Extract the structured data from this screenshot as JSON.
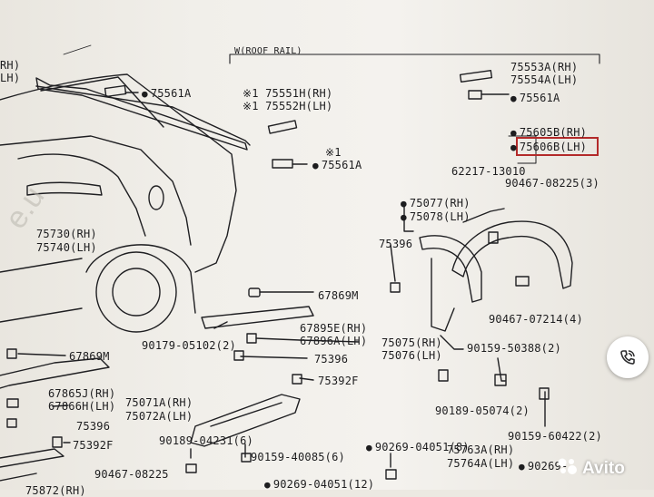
{
  "header": {
    "group_label": "W(ROOF RAIL)"
  },
  "parts": [
    {
      "id": "p-rh-top",
      "text": "RH)",
      "dot": false
    },
    {
      "id": "p-lh-top",
      "text": "LH)",
      "dot": false
    },
    {
      "id": "p-75561a-1",
      "text": "75561A",
      "dot": true
    },
    {
      "id": "p-75551h",
      "text": "※1 75551H(RH)",
      "dot": false
    },
    {
      "id": "p-75552h",
      "text": "※1 75552H(LH)",
      "dot": false
    },
    {
      "id": "p-note1",
      "text": "※1",
      "dot": false
    },
    {
      "id": "p-75561a-2",
      "text": "75561A",
      "dot": true
    },
    {
      "id": "p-75553a",
      "text": "75553A(RH)",
      "dot": false
    },
    {
      "id": "p-75554a",
      "text": "75554A(LH)",
      "dot": false
    },
    {
      "id": "p-75561a-3",
      "text": "75561A",
      "dot": true
    },
    {
      "id": "p-75605b",
      "text": "75605B(RH)",
      "dot": true
    },
    {
      "id": "p-75606b",
      "text": "75606B(LH)",
      "dot": true
    },
    {
      "id": "p-62217",
      "text": "62217-13010",
      "dot": false
    },
    {
      "id": "p-90467-08225-3",
      "text": "90467-08225(3)",
      "dot": false
    },
    {
      "id": "p-75077",
      "text": "75077(RH)",
      "dot": true
    },
    {
      "id": "p-75078",
      "text": "75078(LH)",
      "dot": true
    },
    {
      "id": "p-75730",
      "text": "75730(RH)",
      "dot": false
    },
    {
      "id": "p-75740",
      "text": "75740(LH)",
      "dot": false
    },
    {
      "id": "p-75396-1",
      "text": "75396",
      "dot": false
    },
    {
      "id": "p-67869m-1",
      "text": "67869M",
      "dot": false
    },
    {
      "id": "p-67895e",
      "text": "67895E(RH)",
      "dot": false
    },
    {
      "id": "p-67896a",
      "text": "67896A(LH)",
      "dot": false
    },
    {
      "id": "p-90179",
      "text": "90179-05102(2)",
      "dot": false
    },
    {
      "id": "p-75075",
      "text": "75075(RH)",
      "dot": false
    },
    {
      "id": "p-75076",
      "text": "75076(LH)",
      "dot": false
    },
    {
      "id": "p-75396-2",
      "text": "75396",
      "dot": false
    },
    {
      "id": "p-75392f-1",
      "text": "75392F",
      "dot": false
    },
    {
      "id": "p-90467-07214",
      "text": "90467-07214(4)",
      "dot": false
    },
    {
      "id": "p-90159-50388",
      "text": "90159-50388(2)",
      "dot": false
    },
    {
      "id": "p-67869m-2",
      "text": "67869M",
      "dot": false
    },
    {
      "id": "p-67865j",
      "text": "67865J(RH)",
      "dot": false
    },
    {
      "id": "p-67866h",
      "text": "67866H(LH)",
      "dot": false
    },
    {
      "id": "p-75071a",
      "text": "75071A(RH)",
      "dot": false
    },
    {
      "id": "p-75072a",
      "text": "75072A(LH)",
      "dot": false
    },
    {
      "id": "p-75396-3",
      "text": "75396",
      "dot": false
    },
    {
      "id": "p-75392f-2",
      "text": "75392F",
      "dot": false
    },
    {
      "id": "p-90189-05074",
      "text": "90189-05074(2)",
      "dot": false
    },
    {
      "id": "p-90189-04231",
      "text": "90189-04231(6)",
      "dot": false
    },
    {
      "id": "p-90159-60422",
      "text": "90159-60422(2)",
      "dot": false
    },
    {
      "id": "p-90159-40085",
      "text": "90159-40085(6)",
      "dot": false
    },
    {
      "id": "p-90269-04051-8",
      "text": "90269-04051(8)",
      "dot": true
    },
    {
      "id": "p-75763a",
      "text": "75763A(RH)",
      "dot": false
    },
    {
      "id": "p-75764a",
      "text": "75764A(LH)",
      "dot": false
    },
    {
      "id": "p-90269-right",
      "text": "90269-",
      "dot": true
    },
    {
      "id": "p-90467-08225-b",
      "text": "90467-08225",
      "dot": false
    },
    {
      "id": "p-90269-04051-12",
      "text": "90269-04051(12)",
      "dot": true
    },
    {
      "id": "p-75872",
      "text": "75872(RH)",
      "dot": false
    }
  ],
  "highlight": {
    "part": "75606B(LH)",
    "color": "#b32a2a"
  },
  "call_button": {
    "icon": "phone-call-icon"
  },
  "watermark": {
    "text": "Avito"
  },
  "colors": {
    "ink": "#1d1d1f",
    "paper": "#f1efea",
    "highlight": "#b32a2a"
  }
}
